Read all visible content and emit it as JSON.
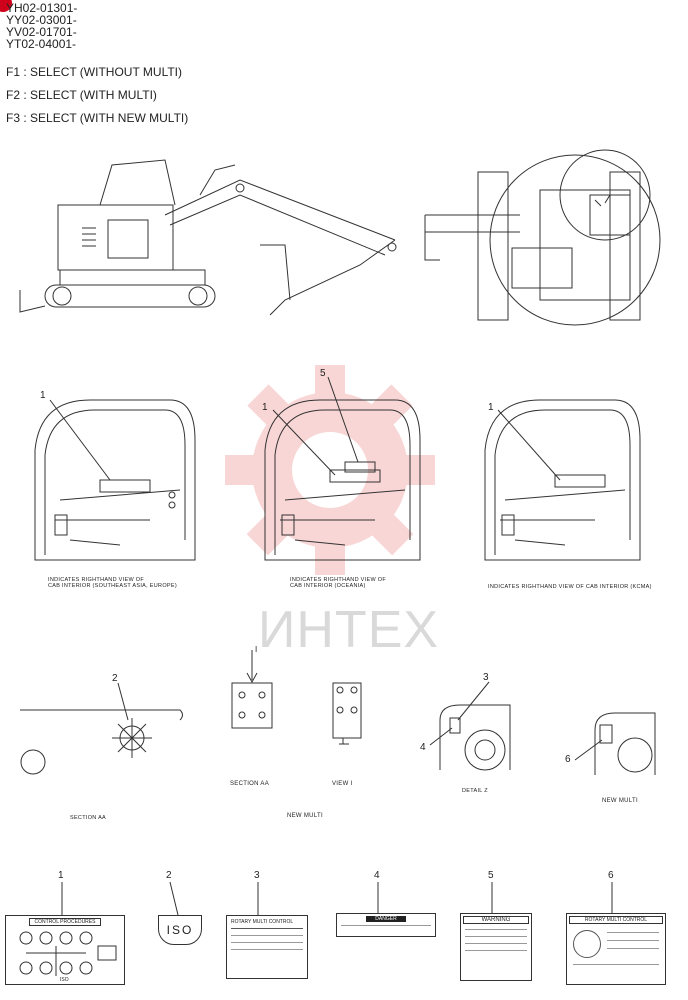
{
  "header": {
    "serials": [
      "YH02-01301-",
      "YY02-03001-",
      "YV02-01701-",
      "YT02-04001-"
    ],
    "options": [
      "F1 : SELECT (WITHOUT MULTI)",
      "F2 : SELECT (WITH MULTI)",
      "F3 : SELECT (WITH NEW MULTI)"
    ]
  },
  "cab_views": {
    "captions": [
      "INDICATES RIGHTHAND VIEW OF\nCAB INTERIOR (SOUTHEAST ASIA, EUROPE)",
      "INDICATES RIGHTHAND VIEW OF\nCAB INTERIOR (OCEANIA)",
      "INDICATES RIGHTHAND VIEW OF CAB INTERIOR (KCMA)"
    ],
    "callouts": [
      "1",
      "5",
      "1",
      "1"
    ]
  },
  "details": {
    "section_aa_left": "SECTION AA",
    "section_aa_center": "SECTION AA",
    "view_i": "VIEW I",
    "view_i_marker": "I",
    "detail_label": "DETAIL Z",
    "new_multi_center": "NEW MULTI",
    "new_multi_right": "NEW MULTI",
    "callouts": [
      "2",
      "3",
      "4",
      "6"
    ]
  },
  "watermark": "ИНТЕХ",
  "decals": [
    {
      "num": "1",
      "title": "CONTROL PROCEDURES",
      "footer": "ISO"
    },
    {
      "num": "2",
      "title": "ISO"
    },
    {
      "num": "3",
      "title": "ROTARY MULTI CONTROL"
    },
    {
      "num": "4",
      "title": "DANGER"
    },
    {
      "num": "5",
      "title": "WARNING"
    },
    {
      "num": "6",
      "title": "ROTARY MULTI CONTROL"
    }
  ],
  "colors": {
    "ink": "#222222",
    "watermark_red": "#f2a5a5",
    "watermark_gray": "#d9d9d9",
    "marker_red": "#d0021b"
  }
}
